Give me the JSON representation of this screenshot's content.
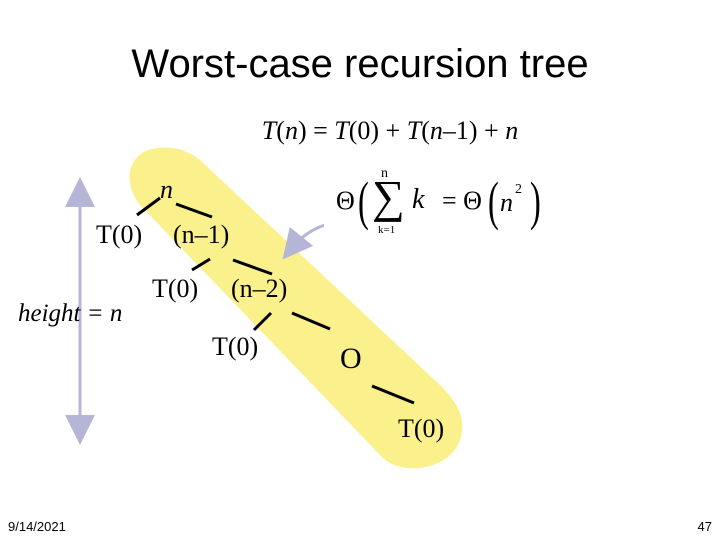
{
  "title": "Worst-case recursion tree",
  "recurrence": {
    "T": "T",
    "n": "n",
    "open": "(",
    "close": ")",
    "mid": ") = ",
    "zero_term": "(0) + ",
    "n_minus_1": "n",
    "minus_1": "–1) + "
  },
  "tree": {
    "root": "n",
    "level1_left": "T(0)",
    "level1_right": "(n–1)",
    "level2_left": "T(0)",
    "level2_right": "(n–2)",
    "level3_left": "T(0)",
    "ellipsis": "O",
    "leaf": "T(0)"
  },
  "height_label": "height = n",
  "formula": {
    "theta": "Θ",
    "upper": "n",
    "lower": "k=1",
    "summand": "k",
    "equals": "= Θ",
    "result_base": "n",
    "result_exp": "2"
  },
  "footer": {
    "date": "9/14/2021",
    "page": "47"
  },
  "colors": {
    "highlight": "#FAF08C",
    "arrow": "#B5B5D8",
    "formula_bg": "#FFFFFF"
  }
}
